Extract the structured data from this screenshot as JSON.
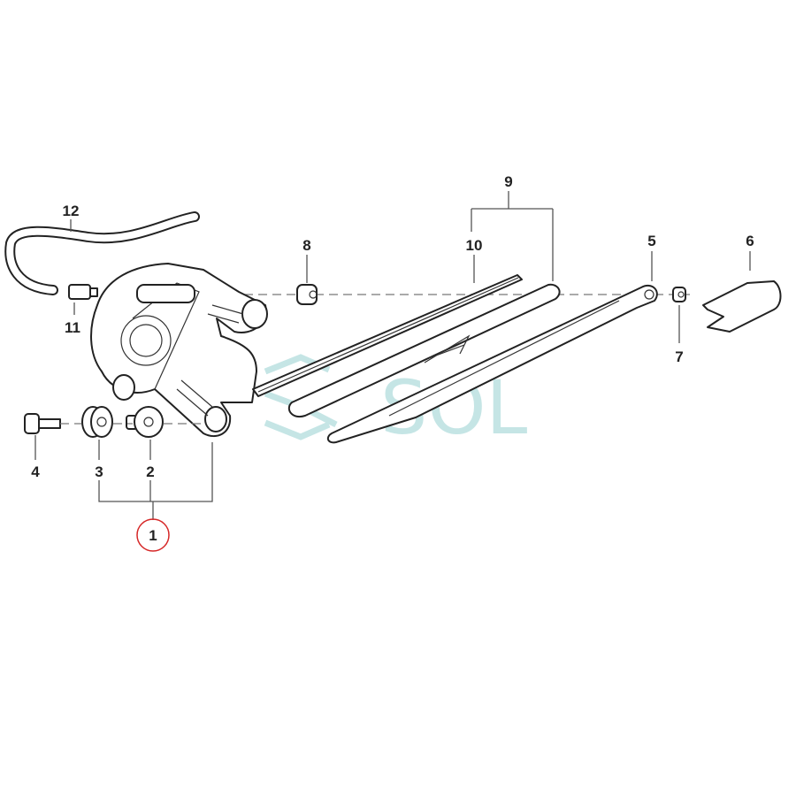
{
  "diagram": {
    "callouts": {
      "c1": "1",
      "c2": "2",
      "c3": "3",
      "c4": "4",
      "c5": "5",
      "c6": "6",
      "c7": "7",
      "c8": "8",
      "c9": "9",
      "c10": "10",
      "c11": "11",
      "c12": "12"
    },
    "highlighted_callout": "1",
    "highlight_color": "#d62828",
    "watermark": "SOL",
    "watermark_color": "#bfe3e3"
  }
}
